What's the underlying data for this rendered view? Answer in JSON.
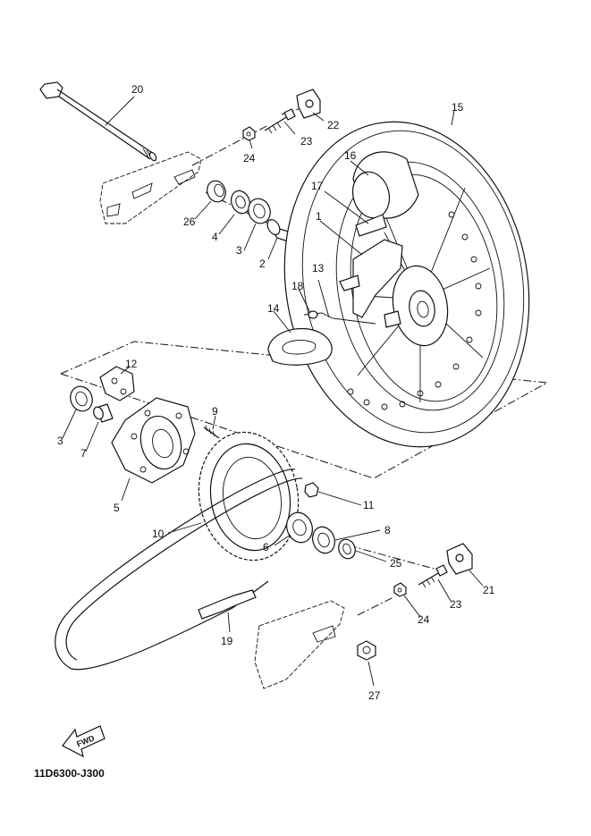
{
  "diagram_code": "11D6300-J300",
  "fwd_label": "FWD",
  "callouts": [
    {
      "id": "p1",
      "text": "1"
    },
    {
      "id": "p2",
      "text": "2"
    },
    {
      "id": "p3a",
      "text": "3"
    },
    {
      "id": "p3b",
      "text": "3"
    },
    {
      "id": "p4",
      "text": "4"
    },
    {
      "id": "p5",
      "text": "5"
    },
    {
      "id": "p6",
      "text": "6"
    },
    {
      "id": "p7",
      "text": "7"
    },
    {
      "id": "p8",
      "text": "8"
    },
    {
      "id": "p9",
      "text": "9"
    },
    {
      "id": "p10",
      "text": "10"
    },
    {
      "id": "p11",
      "text": "11"
    },
    {
      "id": "p12",
      "text": "12"
    },
    {
      "id": "p13",
      "text": "13"
    },
    {
      "id": "p14",
      "text": "14"
    },
    {
      "id": "p15",
      "text": "15"
    },
    {
      "id": "p16",
      "text": "16"
    },
    {
      "id": "p17",
      "text": "17"
    },
    {
      "id": "p18",
      "text": "18"
    },
    {
      "id": "p19",
      "text": "19"
    },
    {
      "id": "p20",
      "text": "20"
    },
    {
      "id": "p21",
      "text": "21"
    },
    {
      "id": "p22",
      "text": "22"
    },
    {
      "id": "p23a",
      "text": "23"
    },
    {
      "id": "p23b",
      "text": "23"
    },
    {
      "id": "p24a",
      "text": "24"
    },
    {
      "id": "p24b",
      "text": "24"
    },
    {
      "id": "p25",
      "text": "25"
    },
    {
      "id": "p26",
      "text": "26"
    },
    {
      "id": "p27",
      "text": "27"
    }
  ]
}
